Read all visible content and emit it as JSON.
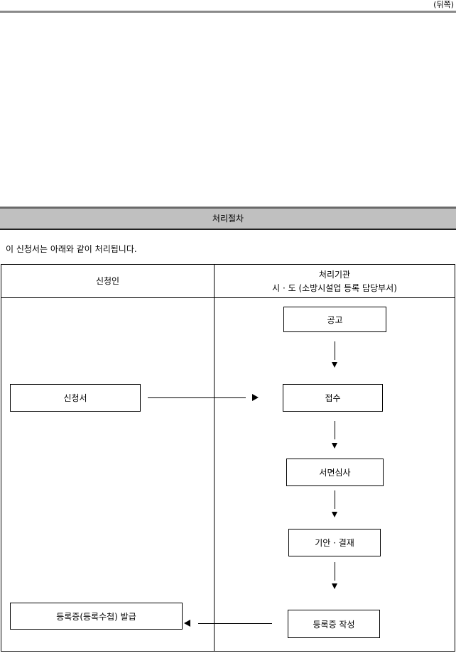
{
  "side_label": "(뒤쪽)",
  "process_section": {
    "title": "처리절차",
    "intro": "이 신청서는 아래와 같이 처리됩니다."
  },
  "flow_table": {
    "applicant_header": "신청인",
    "agency_header_line1": "처리기관",
    "agency_header_line2": "시 · 도 (소방시설업 등록 담당부서)",
    "applicant_steps": {
      "application": "신청서",
      "issuance": "등록증(등록수첩) 발급"
    },
    "agency_steps": {
      "notice": "공고",
      "receipt": "접수",
      "document_review": "서면심사",
      "drafting_approval": "기안 · 결재",
      "certificate_preparation": "등록증 작성"
    }
  }
}
